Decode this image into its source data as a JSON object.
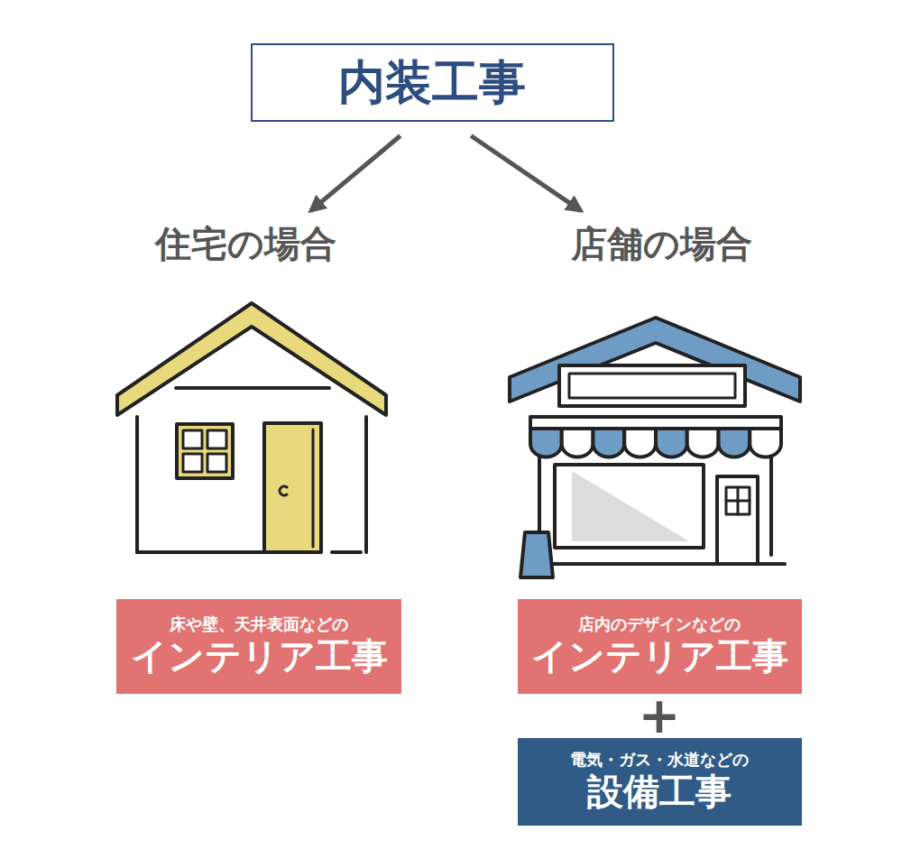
{
  "diagram": {
    "nodes": [
      {
        "text": [
          "内装工事"
        ]
      },
      {
        "text": [
          "住宅の場合"
        ]
      },
      {
        "text": [
          "店舗の場合"
        ]
      },
      {
        "text": [
          "床や壁、天井表面などの",
          "インテリア工事"
        ]
      },
      {
        "text": [
          "店内のデザインなどの",
          "インテリア工事"
        ]
      },
      {
        "text": [
          "電気・ガス・水道などの",
          "設備工事"
        ]
      }
    ],
    "edges": [
      {
        "from": 0,
        "to": 1,
        "arrow": "to"
      },
      {
        "from": 0,
        "to": 2,
        "arrow": "to"
      }
    ],
    "labels": [
      "+"
    ]
  }
}
